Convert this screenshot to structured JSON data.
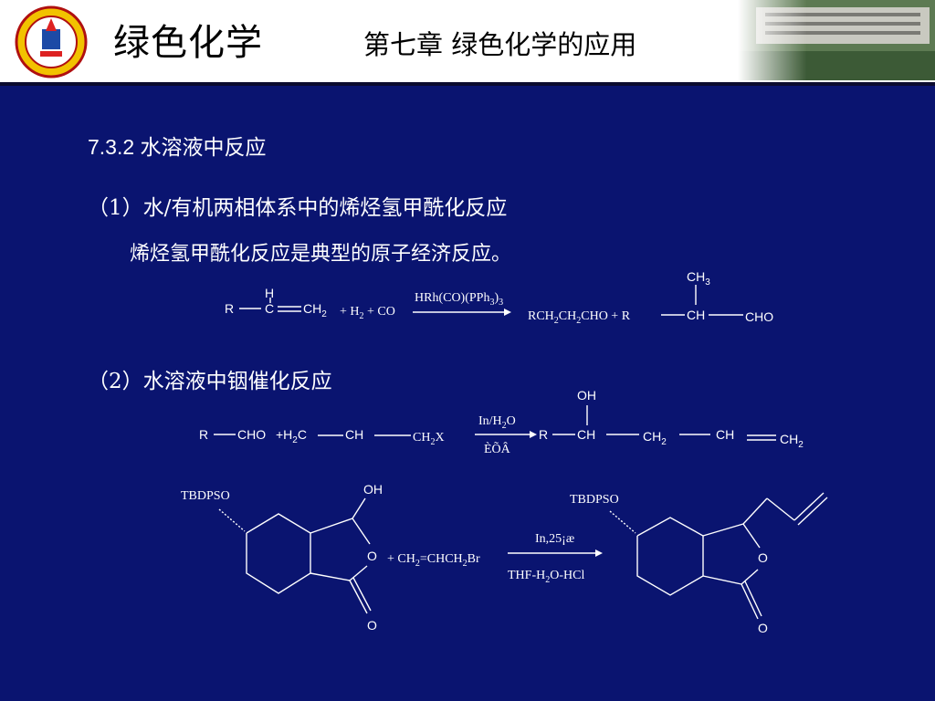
{
  "header": {
    "title": "绿色化学",
    "chapter": "第七章  绿色化学的应用"
  },
  "section": {
    "heading": "7.3.2  水溶液中反应",
    "item1_title": "（1）水/有机两相体系中的烯烃氢甲酰化反应",
    "item1_text": "烯烃氢甲酰化反应是典型的原子经济反应。",
    "item2_title": "（2）水溶液中铟催化反应"
  },
  "colors": {
    "background": "#0a1470",
    "text": "#ffffff",
    "header_bg": "#ffffff"
  },
  "icons": [
    "university-logo-icon",
    "campus-photo-icon"
  ]
}
